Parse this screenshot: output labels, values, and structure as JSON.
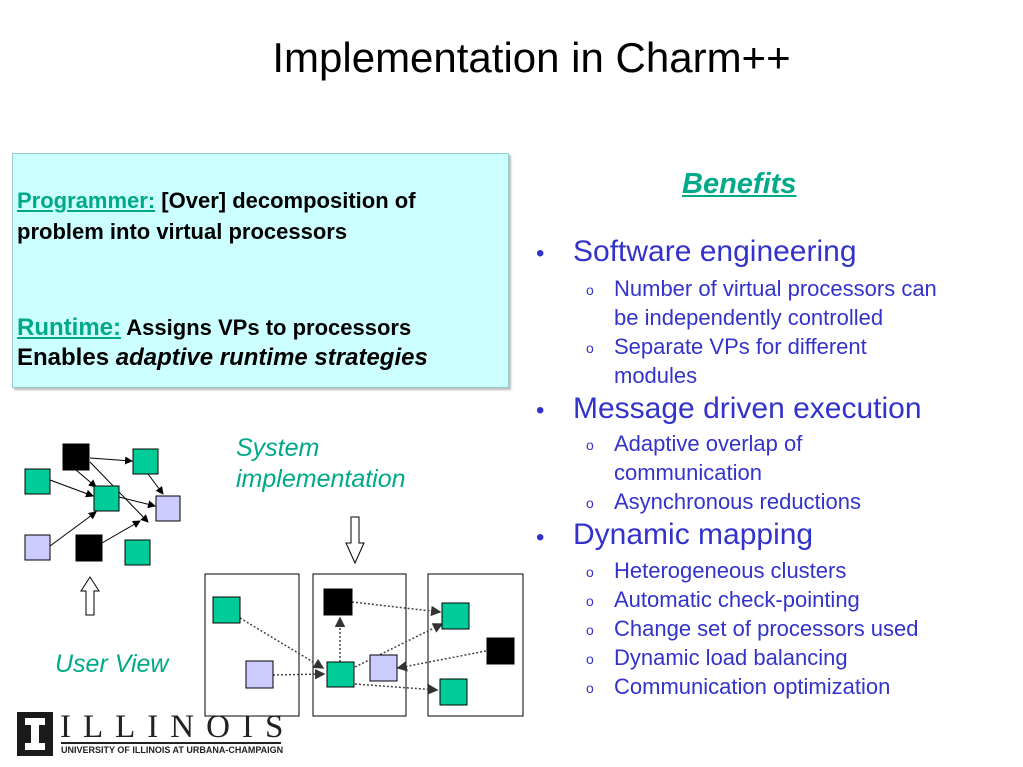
{
  "title": "Implementation in Charm++",
  "callout": {
    "programmer_label": "Programmer:",
    "programmer_text_1": "[Over] decomposition of",
    "programmer_text_2": "problem into virtual processors",
    "runtime_label": "Runtime:",
    "runtime_text": "Assigns VPs to processors",
    "enables_prefix": "Enables",
    "enables_italic": "adaptive runtime strategies"
  },
  "benefits": {
    "heading": "Benefits",
    "items": [
      {
        "label": "Software engineering",
        "subitems": [
          [
            "Number of virtual processors can",
            "be independently controlled"
          ],
          [
            "Separate VPs for different",
            "modules"
          ]
        ]
      },
      {
        "label": "Message driven execution",
        "subitems": [
          [
            "Adaptive overlap of",
            "communication"
          ],
          [
            "Asynchronous reductions"
          ]
        ]
      },
      {
        "label": "Dynamic mapping",
        "subitems": [
          [
            "Heterogeneous clusters"
          ],
          [
            "Automatic check-pointing"
          ],
          [
            "Change set of processors used"
          ],
          [
            "Dynamic load balancing"
          ],
          [
            "Communication optimization"
          ]
        ]
      }
    ]
  },
  "diagram": {
    "system_label_1": "System",
    "system_label_2": "implementation",
    "user_view_label": "User View"
  },
  "logo": {
    "wordmark": "ILLINOIS",
    "subtitle": "UNIVERSITY OF ILLINOIS AT URBANA-CHAMPAIGN"
  },
  "colors": {
    "teal": "#00aa88",
    "bullet_blue": "#3333cc",
    "callout_bg": "#ccffff",
    "box_green": "#00cc99",
    "box_lavender": "#ccccff"
  },
  "bullet_glyph": "•",
  "sub_bullet_glyph": "o"
}
